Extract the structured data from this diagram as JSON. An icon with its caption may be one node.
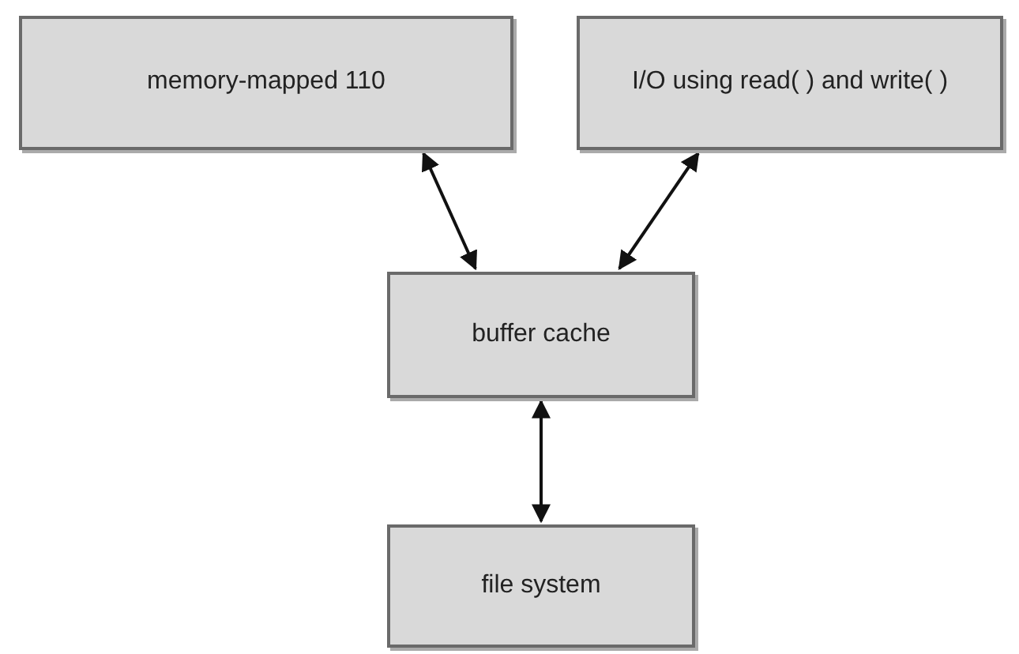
{
  "diagram": {
    "nodes": [
      {
        "text": [
          "memory-mapped 110"
        ]
      },
      {
        "text": [
          "I/O using read( ) and write( )"
        ]
      },
      {
        "text": [
          "buffer cache"
        ]
      },
      {
        "text": [
          "file system"
        ]
      }
    ],
    "edges": [
      {
        "from": 0,
        "to": 2,
        "arrow": "both"
      },
      {
        "from": 1,
        "to": 2,
        "arrow": "both"
      },
      {
        "from": 2,
        "to": 3,
        "arrow": "both"
      }
    ]
  }
}
